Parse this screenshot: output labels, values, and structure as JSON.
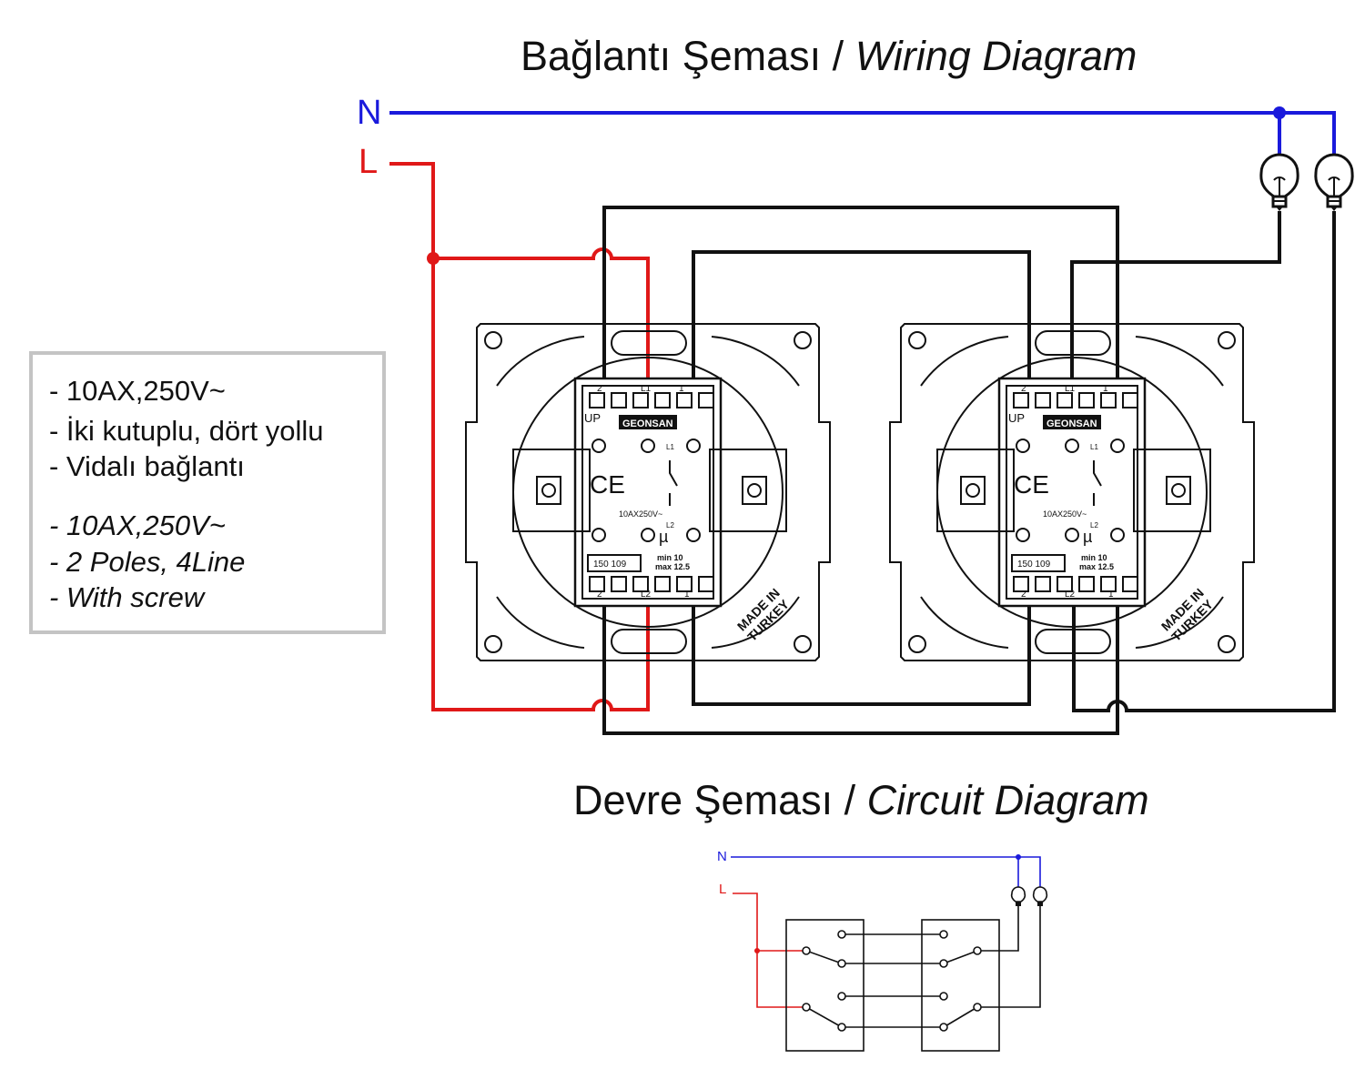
{
  "wiring_title": {
    "tr": "Bağlantı Şeması / ",
    "en": "Wiring Diagram"
  },
  "circuit_title": {
    "tr": "Devre Şeması / ",
    "en": "Circuit Diagram"
  },
  "specs_tr": [
    "- 10AX,250V~",
    "- İki kutuplu, dört yollu",
    "- Vidalı bağlantı"
  ],
  "specs_en": [
    "- 10AX,250V~",
    "- 2 Poles, 4Line",
    "- With screw"
  ],
  "wire_labels": {
    "neutral": "N",
    "line": "L"
  },
  "switch_labels": {
    "brand": "GEONSAN",
    "up": "UP",
    "rating": "10AX250V~",
    "code": "150 109",
    "wire_min": "min 10",
    "wire_max": "max 12.5",
    "mu": "µ",
    "origin_line1": "MADE IN",
    "origin_line2": "TURKEY",
    "ce": "CE",
    "term_l1": "L1",
    "term_l2": "L2",
    "term_1": "1",
    "term_2": "2"
  },
  "colors": {
    "neutral": "#1a1adc",
    "line": "#e01818",
    "wire": "#111111",
    "box_border": "#c4c4c4"
  }
}
